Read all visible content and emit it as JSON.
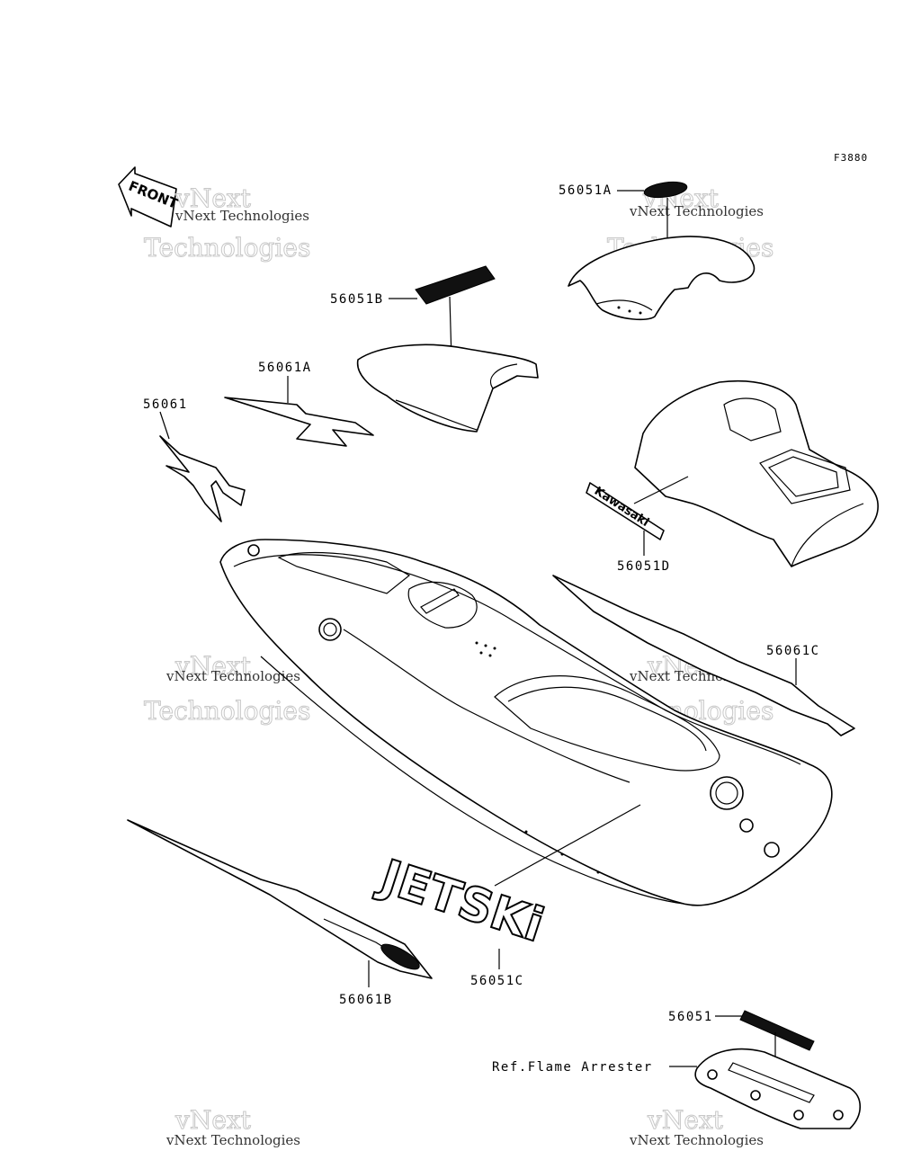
{
  "figure_code": "F3880",
  "front_arrow_label": "FRONT",
  "labels": {
    "p56051A": "56051A",
    "p56051B": "56051B",
    "p56061A": "56061A",
    "p56061": "56061",
    "p56051D": "56051D",
    "p56061C": "56061C",
    "p56051C": "56051C",
    "p56061B": "56061B",
    "p56051": "56051",
    "ref_flame": "Ref.Flame Arrester"
  },
  "watermark": {
    "line1": "vNext",
    "line2": "Technologies",
    "small": "vNext Technologies"
  },
  "decal_texts": {
    "kawasaki": "Kawasaki",
    "jetski": "JETSKi"
  }
}
